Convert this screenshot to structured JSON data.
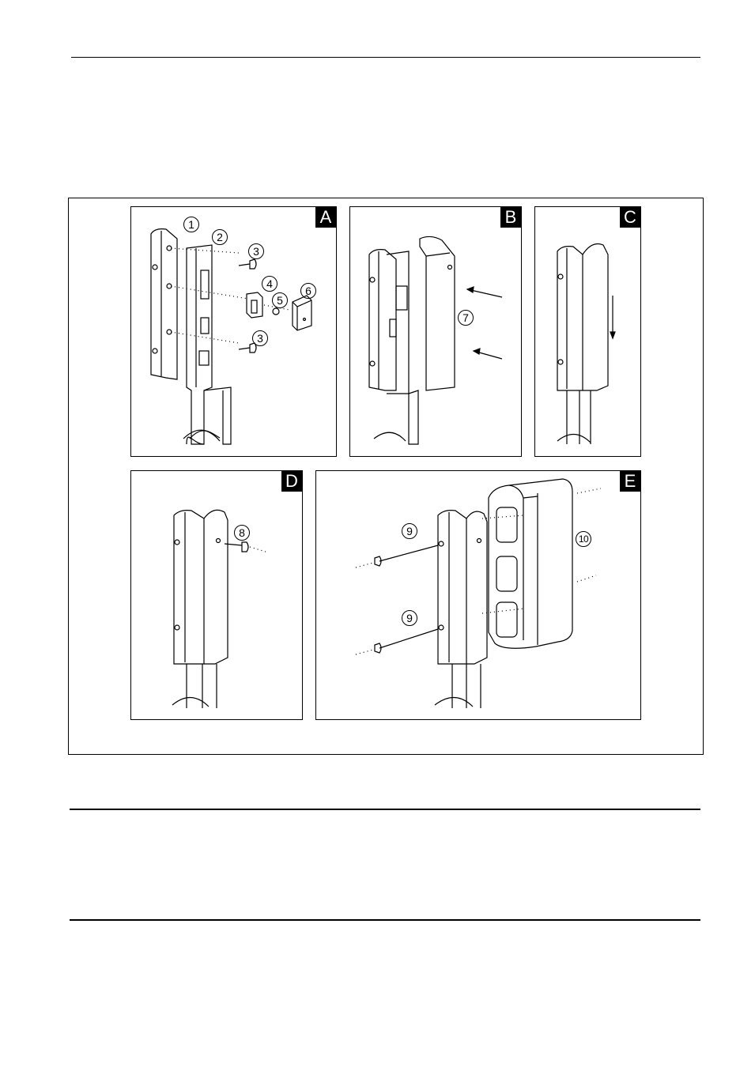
{
  "figure": {
    "panels": [
      {
        "id": "A",
        "letter": "A",
        "callouts": [
          "1",
          "2",
          "3",
          "4",
          "5",
          "6",
          "3"
        ]
      },
      {
        "id": "B",
        "letter": "B",
        "callouts": [
          "7"
        ]
      },
      {
        "id": "C",
        "letter": "C",
        "callouts": []
      },
      {
        "id": "D",
        "letter": "D",
        "callouts": [
          "8"
        ]
      },
      {
        "id": "E",
        "letter": "E",
        "callouts": [
          "9",
          "9",
          "10"
        ]
      }
    ]
  }
}
